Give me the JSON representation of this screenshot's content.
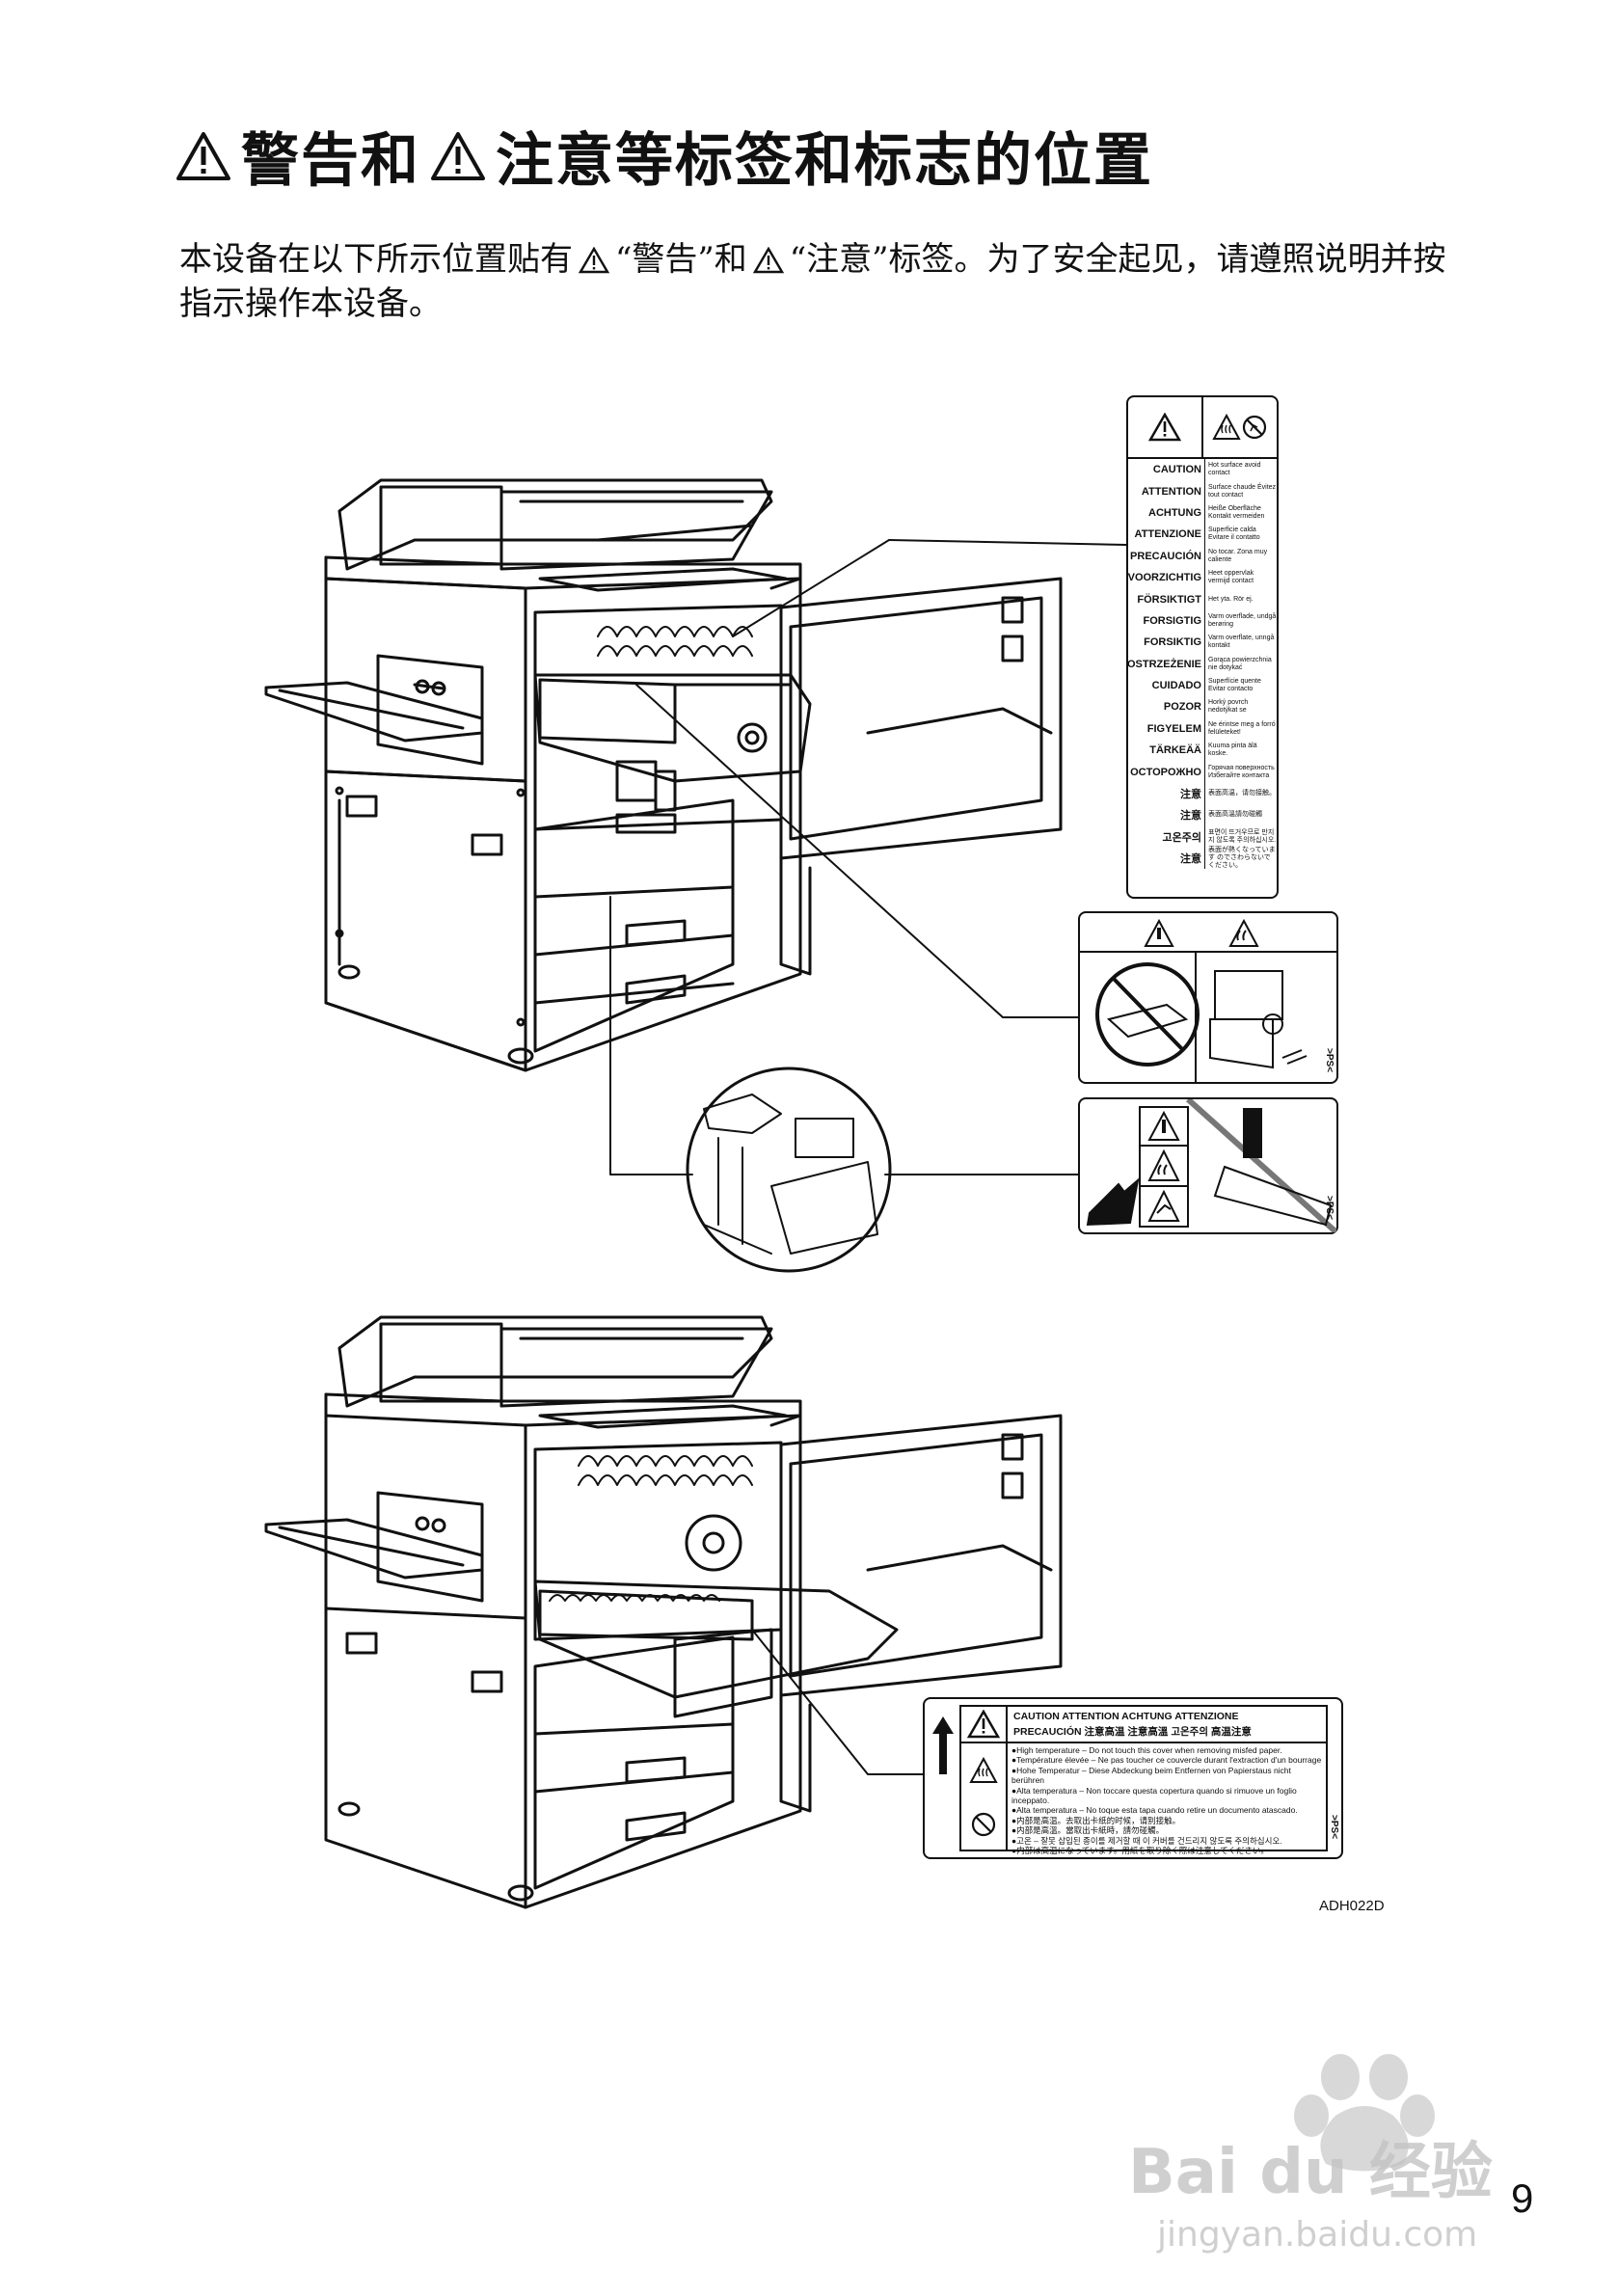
{
  "heading": {
    "part1": "警告和",
    "part2": "注意等标签和标志的位置"
  },
  "intro": {
    "seg1": "本设备在以下所示位置贴有",
    "seg2": "“警告”和",
    "seg3": "“注意”标签。为了安全起见，请遵照说明并按指示操作本设备。"
  },
  "caution_label": {
    "rows": [
      {
        "k": "CAUTION",
        "v": "Hot surface avoid contact"
      },
      {
        "k": "ATTENTION",
        "v": "Surface chaude Évitez tout contact"
      },
      {
        "k": "ACHTUNG",
        "v": "Heiße Oberfläche Kontakt vermeiden"
      },
      {
        "k": "ATTENZIONE",
        "v": "Superficie calda Evitare il contatto"
      },
      {
        "k": "PRECAUCIÓN",
        "v": "No tocar. Zona muy caliente"
      },
      {
        "k": "VOORZICHTIG",
        "v": "Heet oppervlak vermijd contact"
      },
      {
        "k": "FÖRSIKTIGT",
        "v": "Het yta. Rör ej."
      },
      {
        "k": "FORSIGTIG",
        "v": "Varm overflade, undgå berøring"
      },
      {
        "k": "FORSIKTIG",
        "v": "Varm overflate, unngå kontakt"
      },
      {
        "k": "OSTRZEŻENIE",
        "v": "Gorąca powierzchnia nie dotykać"
      },
      {
        "k": "CUIDADO",
        "v": "Superfície quente Evitar contacto"
      },
      {
        "k": "POZOR",
        "v": "Horký povrch nedotýkat se"
      },
      {
        "k": "FIGYELEM",
        "v": "Ne érintse meg a forró felületeket!"
      },
      {
        "k": "TÄRKEÄÄ",
        "v": "Kuuma pinta älä koske."
      },
      {
        "k": "OCTOPOЖHO",
        "v": "Горячая поверхность Избегайте контакта"
      },
      {
        "k": "注意",
        "v": "表面高温，请勿接触。"
      },
      {
        "k": "注意",
        "v": "表面高溫請勿碰觸"
      },
      {
        "k": "고온주의",
        "v": "표면이 뜨거우므로 만지지 않도록 주의하십시오."
      },
      {
        "k": "注意",
        "v": "表面が熱くなっています のでさわらないでください。"
      }
    ]
  },
  "ps_mark": ">PS<",
  "bottom_label": {
    "head_line1": "CAUTION   ATTENTION   ACHTUNG   ATTENZIONE",
    "head_line2": "PRECAUCIÓN   注意高温   注意高溫   고온주의   高温注意",
    "lines": [
      "●High temperature – Do not touch this cover when removing misfed paper.",
      "●Température élevée – Ne pas toucher ce couvercle durant l'extraction d'un bourrage",
      "●Hohe Temperatur – Diese Abdeckung beim Entfernen von Papierstaus nicht berühren",
      "●Alta temperatura – Non toccare questa copertura quando si rimuove un foglio inceppato.",
      "●Alta temperatura – No toque esta tapa cuando retire un documento atascado.",
      "●内部是高温。去取出卡纸的时候，请别接触。",
      "●内部是高溫。當取出卡紙時，請勿碰觸。",
      "●고온 – 잘못 삽입된 종이를 제거할 때 이 커버를 건드리지 않도록 주의하십시오.",
      "●内部は高温になっています。用紙を取り除く際は注意してください。"
    ]
  },
  "figure_code": "ADH022D",
  "page_number": "9",
  "watermark": {
    "brand": "Bai du 经验",
    "url": "jingyan.baidu.com"
  }
}
